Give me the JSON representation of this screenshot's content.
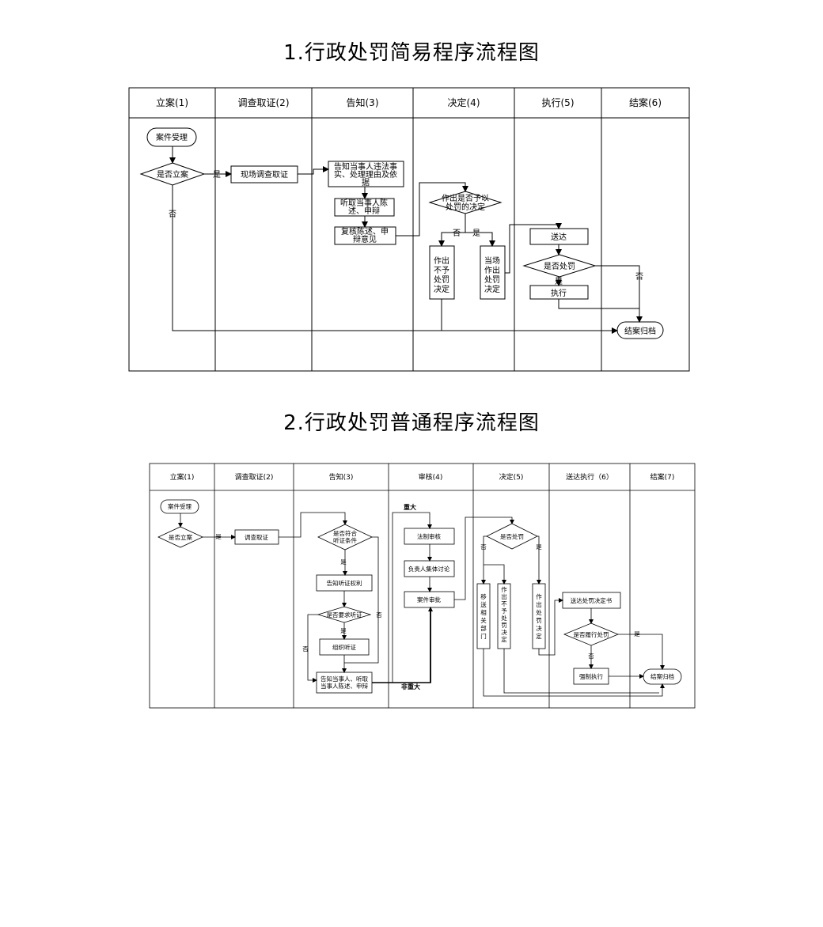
{
  "flowchart1": {
    "title": "1.行政处罚简易程序流程图",
    "columns": [
      "立案(1)",
      "调查取证(2)",
      "告知(3)",
      "决定(4)",
      "执行(5)",
      "结案(6)"
    ],
    "nodes": {
      "case_accept": "案件受理",
      "decide_filing": "是否立案",
      "site_investigation": "现场调查取证",
      "notify_facts": [
        "告知当事人违法事",
        "实、处理理由及依",
        "据"
      ],
      "hear_statement": [
        "听取当事人陈",
        "述、申辩"
      ],
      "review_statement": [
        "复核陈述、申",
        "辩意见"
      ],
      "decide_punish": [
        "作出是否予以",
        "处罚的决定"
      ],
      "no_punish_decision": [
        "作出",
        "不予",
        "处罚",
        "决定"
      ],
      "onsite_decision": [
        "当场",
        "作出",
        "处罚",
        "决定"
      ],
      "deliver": "送达",
      "whether_punish": "是否处罚",
      "execute": "执行",
      "close_archive": "结案归档"
    },
    "labels": {
      "yes": "是",
      "no": "否"
    }
  },
  "flowchart2": {
    "title": "2.行政处罚普通程序流程图",
    "columns": [
      "立案(1)",
      "调查取证(2)",
      "告知(3)",
      "审核(4)",
      "决定(5)",
      "送达执行（6）",
      "结案(7)"
    ],
    "nodes": {
      "case_accept": "案件受理",
      "decide_filing": "是否立案",
      "investigation": "调查取证",
      "hearing_condition": [
        "是否符合",
        "听证条件"
      ],
      "notify_hearing_right": "告知听证权利",
      "request_hearing": "是否要求听证",
      "organize_hearing": "组织听证",
      "notify_party": [
        "告知当事人、听取",
        "当事人陈述、申辩"
      ],
      "legal_review": "法制审核",
      "collective_discussion": "负责人集体讨论",
      "case_approval": "案件审批",
      "whether_punish": "是否处罚",
      "transfer_department": [
        "移",
        "送",
        "相",
        "关",
        "部",
        "门"
      ],
      "no_punish_decision": [
        "作",
        "出",
        "不",
        "予",
        "处",
        "罚",
        "决",
        "定"
      ],
      "punish_decision": [
        "作",
        "出",
        "处",
        "罚",
        "决",
        "定"
      ],
      "deliver_decision": "送达处罚决定书",
      "whether_fulfill": "是否履行处罚",
      "enforce": "强制执行",
      "close_archive": "结案归档"
    },
    "labels": {
      "yes": "是",
      "no": "否",
      "major": "重大",
      "non_major": "非重大"
    }
  }
}
